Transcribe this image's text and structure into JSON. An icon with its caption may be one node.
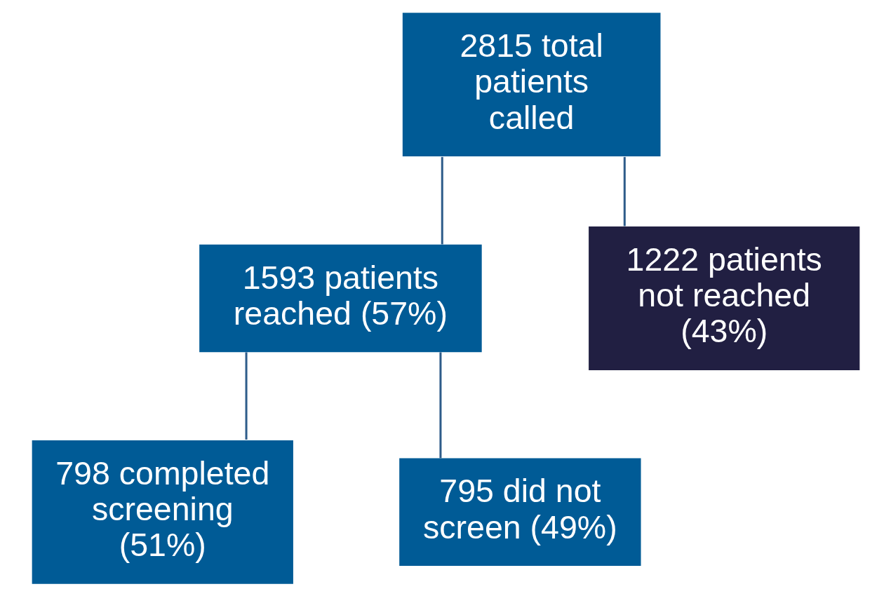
{
  "diagram": {
    "nodes": [
      {
        "text": [
          "2815 total patients called"
        ]
      },
      {
        "text": [
          "1593 patients reached (57%)"
        ]
      },
      {
        "text": [
          "1222 patients not reached (43%)"
        ]
      },
      {
        "text": [
          "798 completed screening (51%)"
        ]
      },
      {
        "text": [
          "795 did not screen (49%)"
        ]
      }
    ],
    "edges": [
      {
        "from": 0,
        "to": 1,
        "arrow": "none"
      },
      {
        "from": 0,
        "to": 2,
        "arrow": "none"
      },
      {
        "from": 1,
        "to": 3,
        "arrow": "none"
      },
      {
        "from": 1,
        "to": 4,
        "arrow": "none"
      }
    ]
  }
}
